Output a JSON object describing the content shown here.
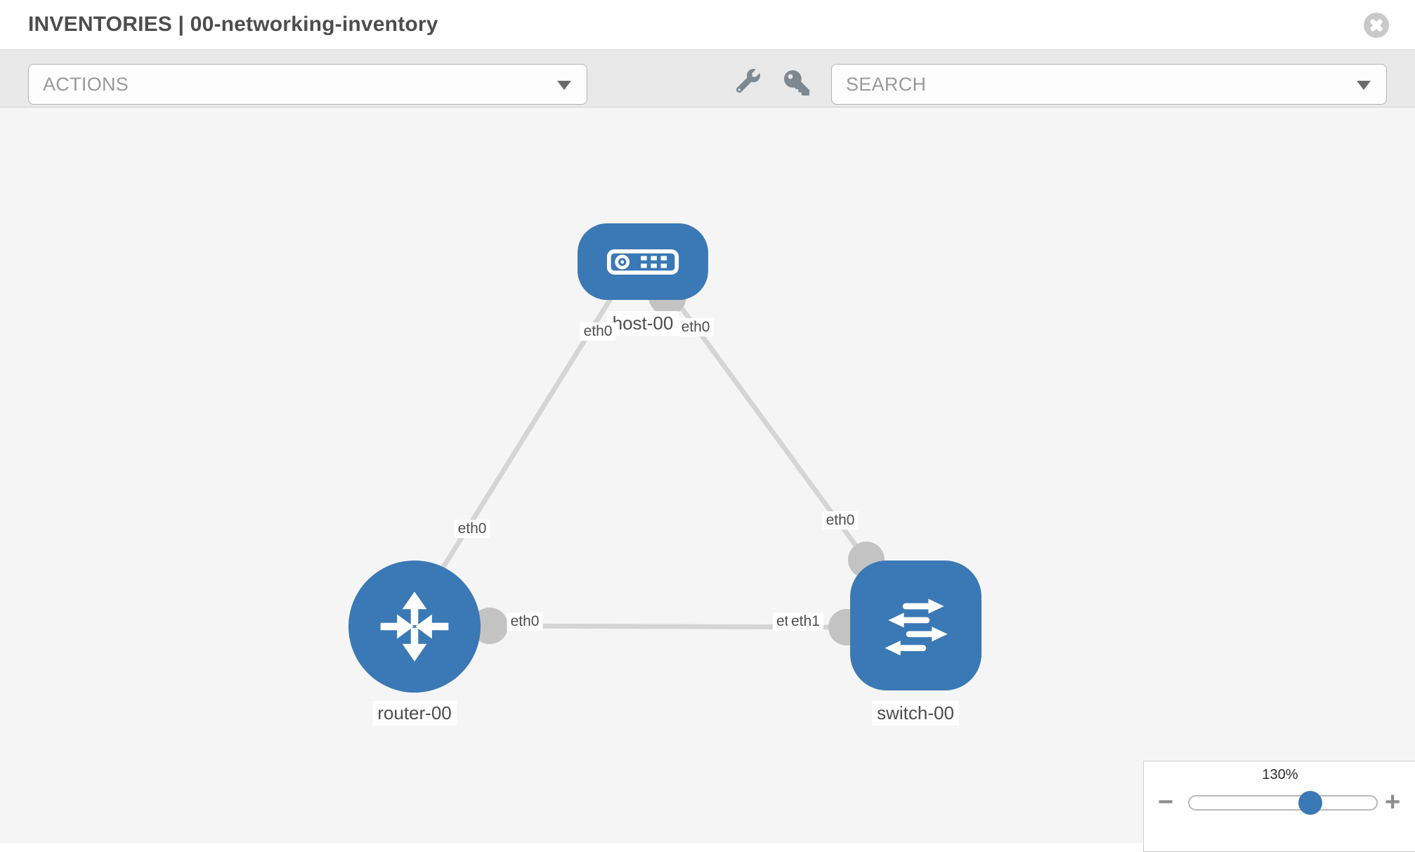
{
  "header": {
    "title": "INVENTORIES | 00-networking-inventory"
  },
  "toolbar": {
    "actions": {
      "label": "ACTIONS"
    },
    "search": {
      "label": "SEARCH"
    },
    "icons": [
      "wrench-icon",
      "key-icon"
    ]
  },
  "topology": {
    "nodes": [
      {
        "name": "host-00",
        "type": "host"
      },
      {
        "name": "router-00",
        "type": "router"
      },
      {
        "name": "switch-00",
        "type": "switch"
      }
    ],
    "links": [
      {
        "from": "host-00",
        "from_if": "eth0",
        "to": "router-00",
        "to_if": "eth0"
      },
      {
        "from": "host-00",
        "from_if": "eth0",
        "to": "switch-00",
        "to_if": "eth0"
      },
      {
        "from": "router-00",
        "from_if": "eth0",
        "to": "switch-00",
        "to_if": "eth1"
      }
    ],
    "interface_labels": {
      "host_left": "eth0",
      "host_right": "eth0",
      "router_top": "eth0",
      "switch_top": "eth0",
      "router_right": "eth0",
      "switch_left_back": "eth0",
      "switch_left_front": "eth1"
    }
  },
  "zoom_control": {
    "level": "130%",
    "minus_label": "−",
    "plus_label": "+"
  },
  "colors": {
    "node_blue": "#3a79b6",
    "port_gray": "#c3c3c3",
    "link_gray": "#d5d5d5",
    "canvas_bg": "#f5f5f5"
  }
}
